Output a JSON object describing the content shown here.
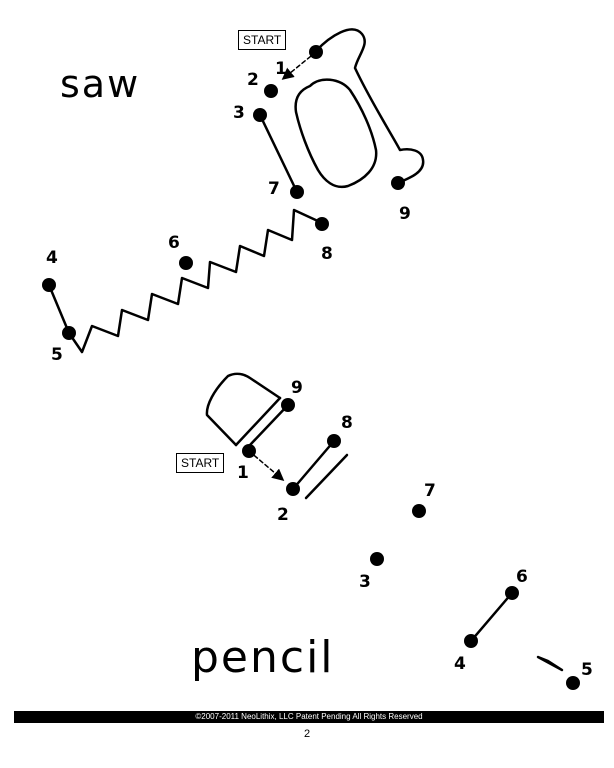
{
  "puzzles": [
    {
      "word": "saw",
      "start_label": "START",
      "dots": [
        "1",
        "2",
        "3",
        "4",
        "5",
        "6",
        "7",
        "8",
        "9"
      ]
    },
    {
      "word": "pencil",
      "start_label": "START",
      "dots": [
        "1",
        "2",
        "3",
        "4",
        "5",
        "6",
        "7",
        "8",
        "9"
      ]
    }
  ],
  "footer": {
    "copyright": "©2007-2011  NeoLithix, LLC  Patent Pending  All Rights Reserved",
    "page_number": "2"
  }
}
